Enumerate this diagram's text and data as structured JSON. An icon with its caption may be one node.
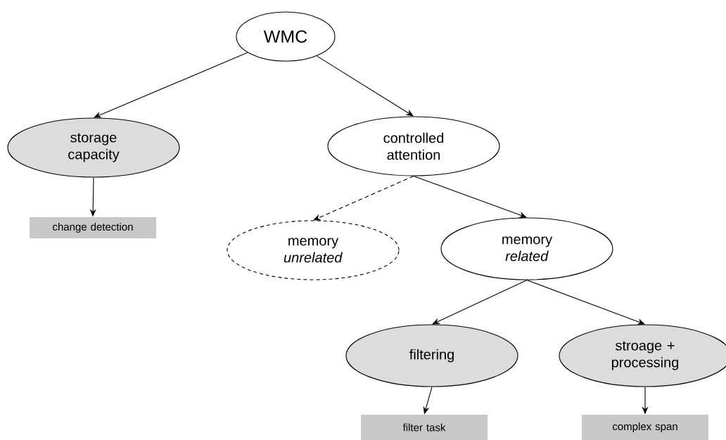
{
  "diagram": {
    "nodes": [
      {
        "text": [
          "WMC"
        ]
      },
      {
        "text": [
          "storage capacity"
        ]
      },
      {
        "text": [
          "controlled attention"
        ]
      },
      {
        "text": [
          "change detection"
        ]
      },
      {
        "text": [
          "memory *unrelated*"
        ]
      },
      {
        "text": [
          "memory *related*"
        ]
      },
      {
        "text": [
          "filtering"
        ]
      },
      {
        "text": [
          "stroage + processing"
        ]
      },
      {
        "text": [
          "filter task"
        ]
      },
      {
        "text": [
          "complex span"
        ]
      }
    ],
    "edges": [
      {
        "from": 0,
        "to": 1,
        "arrow": "to"
      },
      {
        "from": 0,
        "to": 2,
        "arrow": "to"
      },
      {
        "from": 1,
        "to": 3,
        "arrow": "to"
      },
      {
        "from": 2,
        "to": 4,
        "arrow": "to",
        "style": "dashed"
      },
      {
        "from": 2,
        "to": 5,
        "arrow": "to"
      },
      {
        "from": 5,
        "to": 6,
        "arrow": "to"
      },
      {
        "from": 5,
        "to": 7,
        "arrow": "to"
      },
      {
        "from": 6,
        "to": 8,
        "arrow": "to"
      },
      {
        "from": 7,
        "to": 9,
        "arrow": "to"
      }
    ]
  }
}
